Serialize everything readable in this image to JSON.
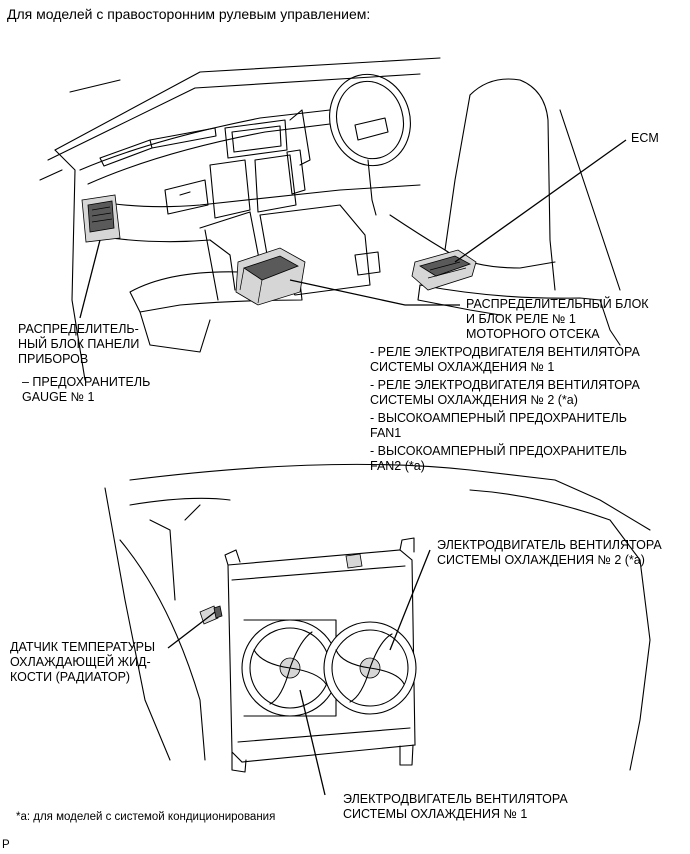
{
  "title": "Для моделей с правосторонним рулевым управлением:",
  "labels": {
    "ecm": "ECM",
    "relay_block": [
      "РАСПРЕДЕЛИТЕЛЬНЫЙ БЛОК",
      "И БЛОК РЕЛЕ № 1",
      "МОТОРНОГО ОТСЕКА"
    ],
    "relay_items": [
      [
        "- РЕЛЕ ЭЛЕКТРОДВИГАТЕЛЯ ВЕНТИЛЯТОРА",
        "СИСТЕМЫ ОХЛАЖДЕНИЯ № 1"
      ],
      [
        "- РЕЛЕ ЭЛЕКТРОДВИГАТЕЛЯ ВЕНТИЛЯТОРА",
        "СИСТЕМЫ ОХЛАЖДЕНИЯ № 2 (*a)"
      ],
      [
        "- ВЫСОКОАМПЕРНЫЙ ПРЕДОХРАНИТЕЛЬ",
        "FAN1"
      ],
      [
        "- ВЫСОКОАМПЕРНЫЙ ПРЕДОХРАНИТЕЛЬ",
        "FAN2 (*a)"
      ]
    ],
    "panel_block": [
      "РАСПРЕДЕЛИТЕЛЬ-",
      "НЫЙ БЛОК ПАНЕЛИ",
      "ПРИБОРОВ"
    ],
    "panel_fuse": [
      "– ПРЕДОХРАНИТЕЛЬ",
      "GAUGE № 1"
    ],
    "fan2_motor": [
      "ЭЛЕКТРОДВИГАТЕЛЬ ВЕНТИЛЯТОРА",
      "СИСТЕМЫ ОХЛАЖДЕНИЯ № 2 (*a)"
    ],
    "temp_sensor": [
      "ДАТЧИК ТЕМПЕРАТУРЫ",
      "ОХЛАЖДАЮЩЕЙ ЖИД-",
      "КОСТИ (РАДИАТОР)"
    ],
    "fan1_motor": [
      "ЭЛЕКТРОДВИГАТЕЛЬ ВЕНТИЛЯТОРА",
      "СИСТЕМЫ ОХЛАЖДЕНИЯ № 1"
    ]
  },
  "footnote": "*a: для моделей с системой кондиционирования",
  "corner_mark": "P"
}
